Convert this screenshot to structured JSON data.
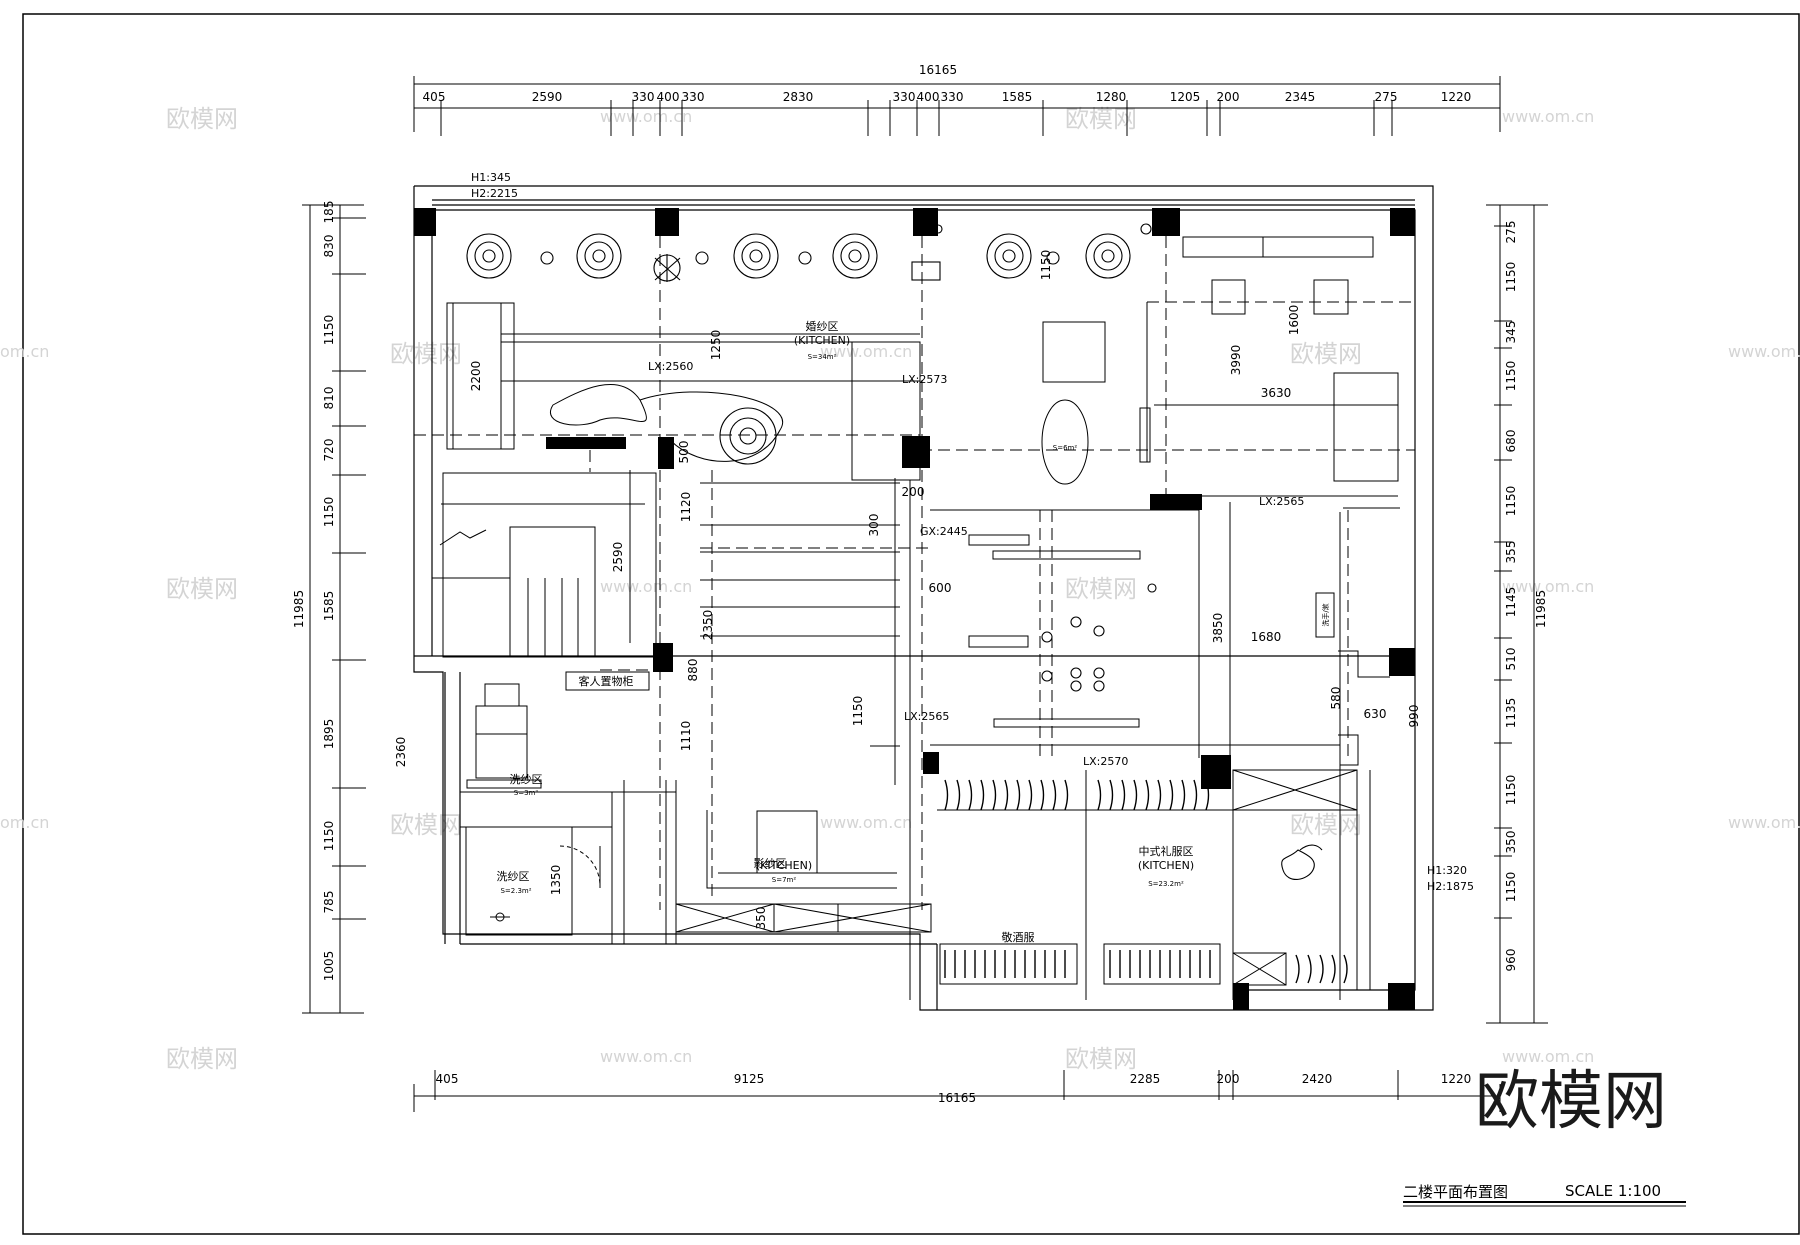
{
  "dimensions": {
    "top_total": "16165",
    "top": [
      "405",
      "2590",
      "330",
      "400",
      "330",
      "2830",
      "330",
      "400",
      "330",
      "1585",
      "1280",
      "1205",
      "200",
      "2345",
      "275",
      "1220"
    ],
    "bottom_total": "16165",
    "bottom": [
      "405",
      "9125",
      "2285",
      "200",
      "2420",
      "1220"
    ],
    "left_total": "11985",
    "left": [
      "185",
      "830",
      "1150",
      "810",
      "720",
      "1150",
      "1585",
      "1895",
      "1150",
      "785",
      "1005"
    ],
    "right_total": "11985",
    "right": [
      "275",
      "1150",
      "345",
      "1150",
      "680",
      "1150",
      "355",
      "1145",
      "510",
      "1135",
      "1150",
      "350",
      "1150",
      "960"
    ]
  },
  "heights": {
    "top_left": [
      "H1:345",
      "H2:2215"
    ],
    "right": [
      "H1:320",
      "H2:1875"
    ]
  },
  "rooms": {
    "bridal": {
      "name": "婚纱区",
      "sub": "(KITCHEN)",
      "area": "S=34m²"
    },
    "portrait": {
      "name": "影纱区",
      "sub": "(KITCHEN)",
      "area": "S=7m²"
    },
    "chinese_dress": {
      "name": "中式礼服区",
      "sub": "(KITCHEN)",
      "area": "S=23.2m²"
    },
    "wash1": {
      "name": "洗纱区",
      "area": "S=3m²"
    },
    "wash2": {
      "name": "洗纱区",
      "area": "S=2.3m²"
    },
    "guest_cabinet": "客人置物柜",
    "toast_dress": "敬酒服",
    "table_area": "S=6m²"
  },
  "annotations": {
    "lx2560": "LX:2560",
    "lx2573": "LX:2573",
    "lx2565a": "LX:2565",
    "lx2565b": "LX:2565",
    "lx2570": "LX:2570",
    "gx2445": "GX:2445",
    "d1250": "1250",
    "d2200": "2200",
    "d500": "500",
    "d1120": "1120",
    "d2590": "2590",
    "d2350": "2350",
    "d880": "880",
    "d1110": "1110",
    "d1150a": "1150",
    "d1150b": "1150",
    "d200": "200",
    "d300": "300",
    "d600": "600",
    "d3990": "3990",
    "d1600": "1600",
    "d3630": "3630",
    "d3850": "3850",
    "d1680": "1680",
    "d580": "580",
    "d630": "630",
    "d990": "990",
    "d2360": "2360",
    "d1350": "1350",
    "d350": "350",
    "wash_stand": "洗手/漱",
    "brand_wm": "欧模网",
    "brand_url": "www.om.cn",
    "brand_cut": "om.cn"
  },
  "title_block": {
    "title": "二楼平面布置图",
    "scale": "SCALE  1:100"
  },
  "brand": "欧模网"
}
